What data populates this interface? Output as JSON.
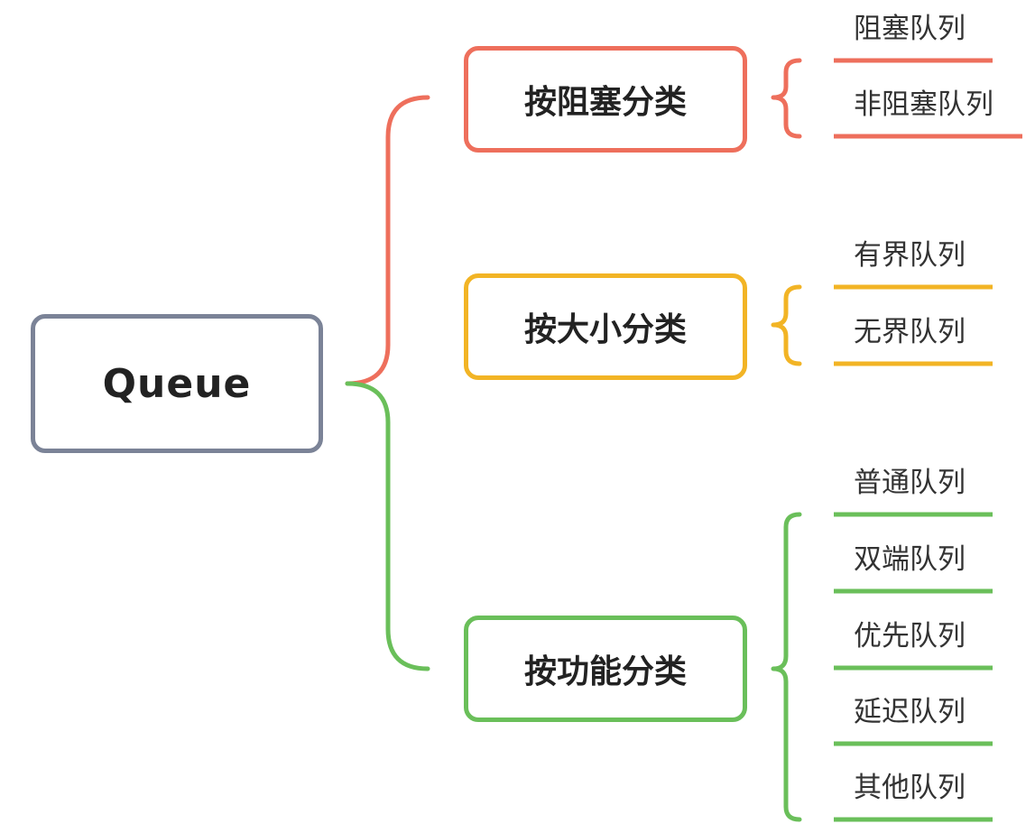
{
  "root": {
    "label": "Queue",
    "color": "#7b8397"
  },
  "categories": [
    {
      "label": "按阻塞分类",
      "color": "#ee6f5c",
      "items": [
        "阻塞队列",
        "非阻塞队列"
      ]
    },
    {
      "label": "按大小分类",
      "color": "#f2b425",
      "items": [
        "有界队列",
        "无界队列"
      ]
    },
    {
      "label": "按功能分类",
      "color": "#6abf5a",
      "items": [
        "普通队列",
        "双端队列",
        "优先队列",
        "延迟队列",
        "其他队列"
      ]
    }
  ]
}
